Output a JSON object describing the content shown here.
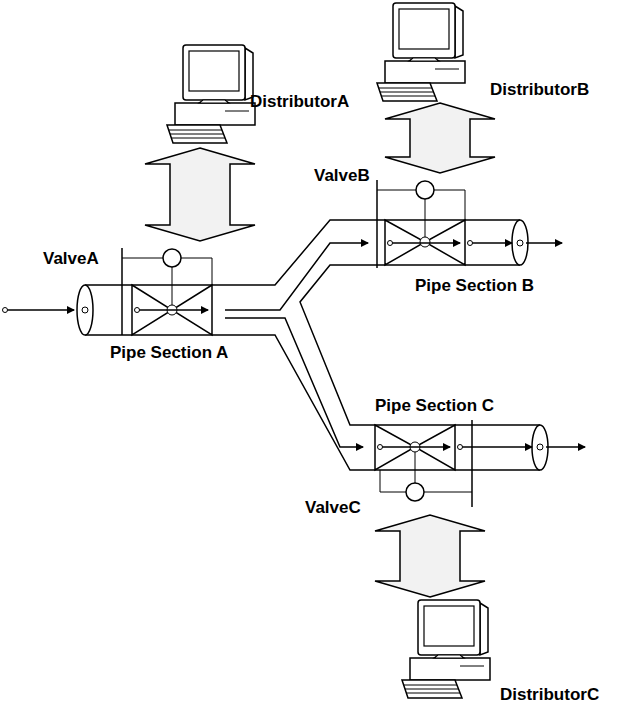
{
  "diagram": {
    "nodes": [
      {
        "text": [
          "DistributorA"
        ]
      },
      {
        "text": [
          "ValveA"
        ]
      },
      {
        "text": [
          "DistributorB"
        ]
      },
      {
        "text": [
          "ValveB"
        ]
      },
      {
        "text": [
          "ValveC"
        ]
      },
      {
        "text": [
          "DistributorC"
        ]
      }
    ],
    "edges": [
      {
        "from": 0,
        "to": 1,
        "arrow": "both"
      },
      {
        "from": 2,
        "to": 3,
        "arrow": "both"
      },
      {
        "from": 5,
        "to": 4,
        "arrow": "both"
      },
      {
        "from": 1,
        "to": 3,
        "arrow": "to"
      },
      {
        "from": 1,
        "to": 4,
        "arrow": "to"
      }
    ],
    "labels": [
      "Pipe Section A",
      "Pipe Section B",
      "Pipe Section C"
    ]
  }
}
